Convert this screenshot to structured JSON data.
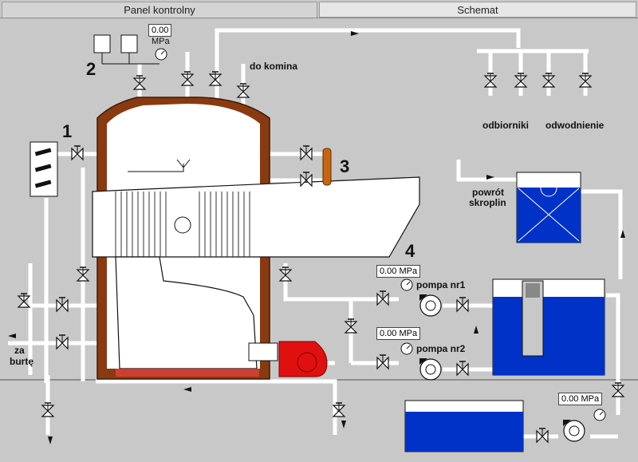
{
  "tabs": {
    "panel": "Panel kontrolny",
    "scheme": "Schemat"
  },
  "callouts": {
    "n1": "1",
    "n2": "2",
    "n3": "3",
    "n4": "4"
  },
  "labels": {
    "chimney": "do komina",
    "consumers": "odbiorniki",
    "drainage": "odwodnienie",
    "condensate_return_1": "powrót",
    "condensate_return_2": "skroplin",
    "pump1": "pompa nr1",
    "pump2": "pompa nr2",
    "overboard_1": "za",
    "overboard_2": "burtę"
  },
  "pressures": {
    "top_value": "0.00",
    "top_unit": "MPa",
    "pump1": "0.00 MPa",
    "pump2": "0.00 MPa",
    "tank_pump": "0.00 MPa"
  },
  "colors": {
    "water": "#0032c8",
    "boiler_wall": "#8a3a10",
    "burner": "#e01010",
    "pipe": "#ffffff"
  }
}
